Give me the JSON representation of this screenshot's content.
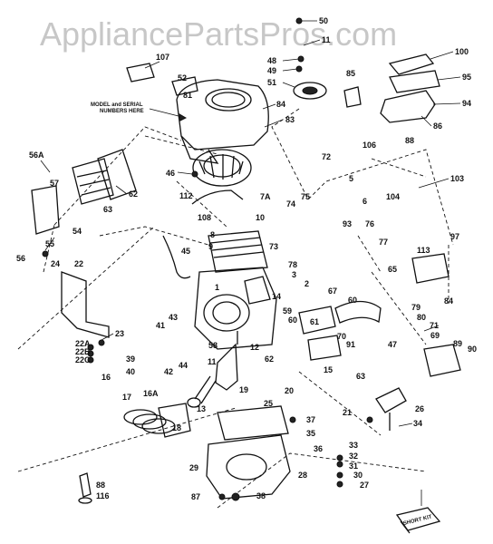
{
  "watermark": "AppliancePartsPros.com",
  "model_note_line1": "MODEL and SERIAL",
  "model_note_line2": "NUMBERS HERE",
  "kit_label": "SHORT KIT",
  "callouts": [
    "50",
    "11",
    "107",
    "48",
    "49",
    "51",
    "52",
    "84",
    "85",
    "81",
    "83",
    "100",
    "95",
    "94",
    "86",
    "88",
    "56A",
    "57",
    "62",
    "63",
    "46",
    "106",
    "72",
    "103",
    "104",
    "5",
    "6",
    "75",
    "7A",
    "74",
    "112",
    "108",
    "10",
    "8",
    "9",
    "55",
    "54",
    "56",
    "45",
    "73",
    "93",
    "76",
    "78",
    "77",
    "97",
    "113",
    "24",
    "22",
    "3",
    "2",
    "1",
    "14",
    "67",
    "65",
    "84",
    "60",
    "79",
    "80",
    "23",
    "22A",
    "22B",
    "22C",
    "41",
    "43",
    "39",
    "40",
    "42",
    "44",
    "58",
    "59",
    "60",
    "61",
    "70",
    "71",
    "69",
    "91",
    "90",
    "89",
    "47",
    "11",
    "12",
    "62",
    "63",
    "15",
    "16",
    "17",
    "16A",
    "18",
    "13",
    "19",
    "20",
    "21",
    "26",
    "25",
    "34",
    "35",
    "37",
    "36",
    "33",
    "32",
    "30",
    "31",
    "27",
    "28",
    "29",
    "38",
    "87",
    "88",
    "116"
  ]
}
